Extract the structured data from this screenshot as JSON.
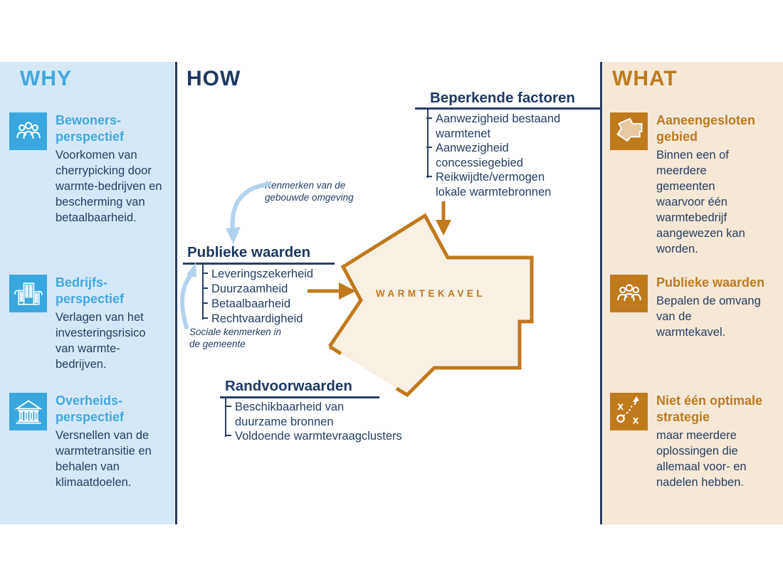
{
  "colors": {
    "why_panel": "#D5E8F8",
    "what_panel": "#F6E8D6",
    "navy": "#243E63",
    "divider_navy": "#2B3A5C",
    "light_blue_accent": "#41A9E0",
    "icon_blue": "#3BA7DE",
    "orange_accent": "#BF7A1E",
    "shape_fill": "#F7F0E3",
    "soft_arrow_blue": "#B3D2EE"
  },
  "columns": {
    "why": {
      "title": "WHY",
      "items": [
        {
          "icon": "residents-group-icon",
          "heading": "Bewoners-perspectief",
          "body": "Voorkomen van cherrypicking door warmte-bedrijven en bescherming van betaalbaarheid."
        },
        {
          "icon": "company-building-icon",
          "heading": "Bedrijfs-perspectief",
          "body": "Verlagen van het investeringsrisico van warmte-bedrijven."
        },
        {
          "icon": "government-building-icon",
          "heading": "Overheids-perspectief",
          "body": "Versnellen van de warmtetransitie en behalen van klimaatdoelen."
        }
      ]
    },
    "how": {
      "title": "HOW",
      "beperkende": {
        "heading": "Beperkende factoren",
        "items": [
          "Aanwezigheid bestaand warmtenet",
          "Aanwezigheid concessiegebied",
          "Reikwijdte/vermogen lokale warmtebronnen"
        ]
      },
      "kenmerken_note": "Kenmerken van de gebouwde omgeving",
      "publieke": {
        "heading": "Publieke waarden",
        "items": [
          "Leveringszekerheid",
          "Duurzaamheid",
          "Betaalbaarheid",
          "Rechtvaardigheid"
        ]
      },
      "sociale_note": "Sociale kenmerken in de gemeente",
      "kavel_label": "WARMTEKAVEL",
      "randvoorwaarden": {
        "heading": "Randvoorwaarden",
        "items": [
          "Beschikbaarheid van duurzame bronnen",
          "Voldoende warmtevraagclusters"
        ]
      }
    },
    "what": {
      "title": "WHAT",
      "items": [
        {
          "icon": "parcel-shape-icon",
          "heading": "Aaneengesloten gebied",
          "body": "Binnen een of meerdere gemeenten waarvoor één warmtebedrijf aangewezen kan worden."
        },
        {
          "icon": "people-group-icon",
          "heading": "Publieke waarden",
          "body": "Bepalen de omvang van de warmtekavel."
        },
        {
          "icon": "strategy-tactics-icon",
          "heading": "Niet één optimale strategie",
          "body": "maar meerdere oplossingen die allemaal voor- en nadelen hebben."
        }
      ]
    }
  }
}
